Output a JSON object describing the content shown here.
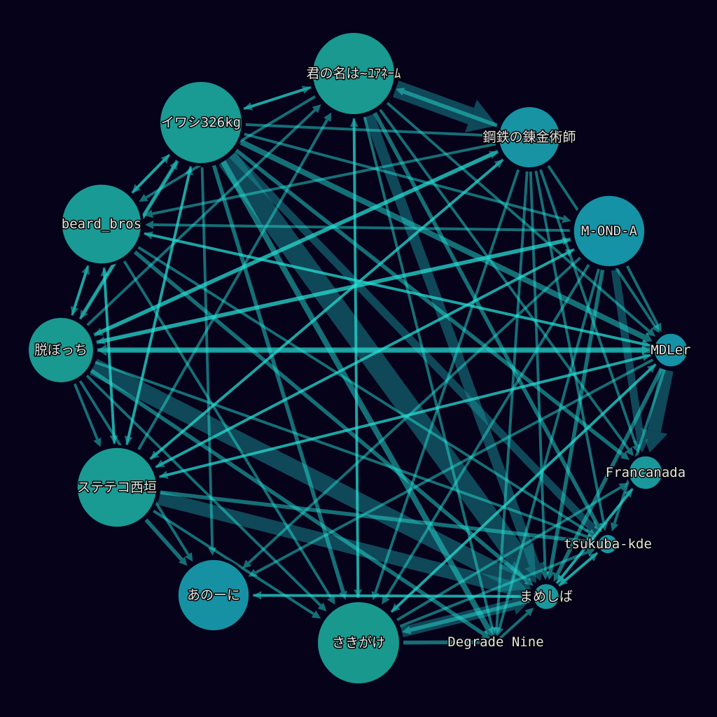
{
  "colors": {
    "background": "#05021a",
    "edge_bright": "#26dcd2",
    "edge_dark": "#1a8e98",
    "node_outline": "#05021a",
    "label_text": "#e4e4e4",
    "label_outline": "#000000"
  },
  "diagram": {
    "type": "directed-network",
    "nodes": [
      {
        "label": "君の名は~ﾕｱﾈｰﾑ",
        "value": 1.0,
        "color": "#19998f"
      },
      {
        "label": "鋼鉄の錬金術師",
        "value": 0.75,
        "color": "#1793a3"
      },
      {
        "label": "M-OND-A",
        "value": 0.87,
        "color": "#1592a6"
      },
      {
        "label": "MDLer",
        "value": 0.42,
        "color": "#1592a6"
      },
      {
        "label": "Francanada",
        "value": 0.42,
        "color": "#19979a"
      },
      {
        "label": "tsukuba-kde",
        "value": 0.25,
        "color": "#1795a1"
      },
      {
        "label": "まめしば",
        "value": 0.33,
        "color": "#19989b"
      },
      {
        "label": "Degrade Nine",
        "value": 0.08,
        "color": "#1795a1"
      },
      {
        "label": "さきがけ",
        "value": 1.0,
        "color": "#19998e"
      },
      {
        "label": "あのーに",
        "value": 0.87,
        "color": "#1691a4"
      },
      {
        "label": "ステテコ西垣",
        "value": 0.97,
        "color": "#199a93"
      },
      {
        "label": "脱ぼっち",
        "value": 0.8,
        "color": "#19998f"
      },
      {
        "label": "beard_bros",
        "value": 0.97,
        "color": "#199a95"
      },
      {
        "label": "イワシ326kg",
        "value": 1.0,
        "color": "#199a92"
      }
    ],
    "edges": [
      {
        "from": "君の名は~ﾕｱﾈｰﾑ",
        "to": "鋼鉄の錬金術師",
        "weight": 8
      },
      {
        "from": "鋼鉄の錬金術師",
        "to": "君の名は~ﾕｱﾈｰﾑ",
        "weight": 3
      },
      {
        "from": "イワシ326kg",
        "to": "君の名は~ﾕｱﾈｰﾑ",
        "weight": 2
      },
      {
        "from": "君の名は~ﾕｱﾈｰﾑ",
        "to": "イワシ326kg",
        "weight": 2
      },
      {
        "from": "君の名は~ﾕｱﾈｰﾑ",
        "to": "さきがけ",
        "weight": 2
      },
      {
        "from": "さきがけ",
        "to": "君の名は~ﾕｱﾈｰﾑ",
        "weight": 2
      },
      {
        "from": "君の名は~ﾕｱﾈｰﾑ",
        "to": "beard_bros",
        "weight": 2
      },
      {
        "from": "脱ぼっち",
        "to": "君の名は~ﾕｱﾈｰﾑ",
        "weight": 2
      },
      {
        "from": "ステテコ西垣",
        "to": "君の名は~ﾕｱﾈｰﾑ",
        "weight": 2
      },
      {
        "from": "君の名は~ﾕｱﾈｰﾑ",
        "to": "まめしば",
        "weight": 6
      },
      {
        "from": "君の名は~ﾕｱﾈｰﾑ",
        "to": "tsukuba-kde",
        "weight": 3
      },
      {
        "from": "君の名は~ﾕｱﾈｰﾑ",
        "to": "MDLer",
        "weight": 2
      },
      {
        "from": "君の名は~ﾕｱﾈｰﾑ",
        "to": "Degrade Nine",
        "weight": 2
      },
      {
        "from": "君の名は~ﾕｱﾈｰﾑ",
        "to": "Francanada",
        "weight": 2
      },
      {
        "from": "イワシ326kg",
        "to": "まめしば",
        "weight": 9
      },
      {
        "from": "イワシ326kg",
        "to": "tsukuba-kde",
        "weight": 5
      },
      {
        "from": "イワシ326kg",
        "to": "MDLer",
        "weight": 4
      },
      {
        "from": "イワシ326kg",
        "to": "Degrade Nine",
        "weight": 4
      },
      {
        "from": "イワシ326kg",
        "to": "M-OND-A",
        "weight": 2
      },
      {
        "from": "イワシ326kg",
        "to": "鋼鉄の錬金術師",
        "weight": 2
      },
      {
        "from": "イワシ326kg",
        "to": "beard_bros",
        "weight": 2
      },
      {
        "from": "beard_bros",
        "to": "イワシ326kg",
        "weight": 2
      },
      {
        "from": "イワシ326kg",
        "to": "脱ぼっち",
        "weight": 3
      },
      {
        "from": "イワシ326kg",
        "to": "ステテコ西垣",
        "weight": 2
      },
      {
        "from": "イワシ326kg",
        "to": "あのーに",
        "weight": 2
      },
      {
        "from": "イワシ326kg",
        "to": "さきがけ",
        "weight": 3
      },
      {
        "from": "イワシ326kg",
        "to": "Francanada",
        "weight": 3
      },
      {
        "from": "鋼鉄の錬金術師",
        "to": "脱ぼっち",
        "weight": 3
      },
      {
        "from": "鋼鉄の錬金術師",
        "to": "beard_bros",
        "weight": 2
      },
      {
        "from": "鋼鉄の錬金術師",
        "to": "ステテコ西垣",
        "weight": 2
      },
      {
        "from": "鋼鉄の錬金術師",
        "to": "MDLer",
        "weight": 2
      },
      {
        "from": "鋼鉄の錬金術師",
        "to": "tsukuba-kde",
        "weight": 2
      },
      {
        "from": "鋼鉄の錬金術師",
        "to": "さきがけ",
        "weight": 2
      },
      {
        "from": "鋼鉄の錬金術師",
        "to": "Francanada",
        "weight": 2
      },
      {
        "from": "鋼鉄の錬金術師",
        "to": "まめしば",
        "weight": 2
      },
      {
        "from": "鋼鉄の錬金術師",
        "to": "Degrade Nine",
        "weight": 2
      },
      {
        "from": "ステテコ西垣",
        "to": "鋼鉄の錬金術師",
        "weight": 2
      },
      {
        "from": "M-OND-A",
        "to": "beard_bros",
        "weight": 2
      },
      {
        "from": "M-OND-A",
        "to": "脱ぼっち",
        "weight": 3
      },
      {
        "from": "M-OND-A",
        "to": "ステテコ西垣",
        "weight": 2
      },
      {
        "from": "M-OND-A",
        "to": "あのーに",
        "weight": 2
      },
      {
        "from": "M-OND-A",
        "to": "さきがけ",
        "weight": 2
      },
      {
        "from": "M-OND-A",
        "to": "まめしば",
        "weight": 3
      },
      {
        "from": "M-OND-A",
        "to": "MDLer",
        "weight": 2
      },
      {
        "from": "M-OND-A",
        "to": "Degrade Nine",
        "weight": 2
      },
      {
        "from": "M-OND-A",
        "to": "Francanada",
        "weight": 5
      },
      {
        "from": "MDLer",
        "to": "脱ぼっち",
        "weight": 4
      },
      {
        "from": "脱ぼっち",
        "to": "MDLer",
        "weight": 3
      },
      {
        "from": "MDLer",
        "to": "Francanada",
        "weight": 7
      },
      {
        "from": "MDLer",
        "to": "ステテコ西垣",
        "weight": 2
      },
      {
        "from": "MDLer",
        "to": "beard_bros",
        "weight": 2
      },
      {
        "from": "MDLer",
        "to": "あのーに",
        "weight": 2
      },
      {
        "from": "MDLer",
        "to": "さきがけ",
        "weight": 2
      },
      {
        "from": "MDLer",
        "to": "まめしば",
        "weight": 3
      },
      {
        "from": "MDLer",
        "to": "tsukuba-kde",
        "weight": 2
      },
      {
        "from": "Francanada",
        "to": "まめしば",
        "weight": 2
      },
      {
        "from": "tsukuba-kde",
        "to": "まめしば",
        "weight": 2
      },
      {
        "from": "まめしば",
        "to": "あのーに",
        "weight": 2
      },
      {
        "from": "まめしば",
        "to": "さきがけ",
        "weight": 3
      },
      {
        "from": "さきがけ",
        "to": "まめしば",
        "weight": 6
      },
      {
        "from": "まめしば",
        "to": "tsukuba-kde",
        "weight": 2
      },
      {
        "from": "まめしば",
        "to": "Francanada",
        "weight": 2
      },
      {
        "from": "さきがけ",
        "to": "Francanada",
        "weight": 2
      },
      {
        "from": "さきがけ",
        "to": "tsukuba-kde",
        "weight": 2
      },
      {
        "from": "さきがけ",
        "to": "MDLer",
        "weight": 2
      },
      {
        "from": "さきがけ",
        "to": "Degrade Nine",
        "weight": 3
      },
      {
        "from": "あのーに",
        "to": "まめしば",
        "weight": 2
      },
      {
        "from": "ステテコ西垣",
        "to": "まめしば",
        "weight": 7
      },
      {
        "from": "ステテコ西垣",
        "to": "tsukuba-kde",
        "weight": 3
      },
      {
        "from": "ステテコ西垣",
        "to": "あのーに",
        "weight": 3
      },
      {
        "from": "ステテコ西垣",
        "to": "M-OND-A",
        "weight": 2
      },
      {
        "from": "ステテコ西垣",
        "to": "MDLer",
        "weight": 2
      },
      {
        "from": "ステテコ西垣",
        "to": "イワシ326kg",
        "weight": 2
      },
      {
        "from": "ステテコ西垣",
        "to": "beard_bros",
        "weight": 2
      },
      {
        "from": "ステテコ西垣",
        "to": "さきがけ",
        "weight": 2
      },
      {
        "from": "脱ぼっち",
        "to": "まめしば",
        "weight": 8
      },
      {
        "from": "脱ぼっち",
        "to": "Degrade Nine",
        "weight": 3
      },
      {
        "from": "脱ぼっち",
        "to": "さきがけ",
        "weight": 2
      },
      {
        "from": "脱ぼっち",
        "to": "ステテコ西垣",
        "weight": 2
      },
      {
        "from": "脱ぼっち",
        "to": "beard_bros",
        "weight": 2
      },
      {
        "from": "脱ぼっち",
        "to": "イワシ326kg",
        "weight": 2
      },
      {
        "from": "脱ぼっち",
        "to": "鋼鉄の錬金術師",
        "weight": 3
      },
      {
        "from": "脱ぼっち",
        "to": "M-OND-A",
        "weight": 3
      },
      {
        "from": "脱ぼっち",
        "to": "tsukuba-kde",
        "weight": 2
      },
      {
        "from": "脱ぼっち",
        "to": "あのーに",
        "weight": 2
      },
      {
        "from": "beard_bros",
        "to": "まめしば",
        "weight": 3
      },
      {
        "from": "beard_bros",
        "to": "tsukuba-kde",
        "weight": 2
      },
      {
        "from": "beard_bros",
        "to": "MDLer",
        "weight": 2
      },
      {
        "from": "beard_bros",
        "to": "さきがけ",
        "weight": 2
      },
      {
        "from": "beard_bros",
        "to": "脱ぼっち",
        "weight": 2
      },
      {
        "from": "beard_bros",
        "to": "ステテコ西垣",
        "weight": 2
      },
      {
        "from": "Degrade Nine",
        "to": "まめしば",
        "weight": 2
      }
    ]
  }
}
